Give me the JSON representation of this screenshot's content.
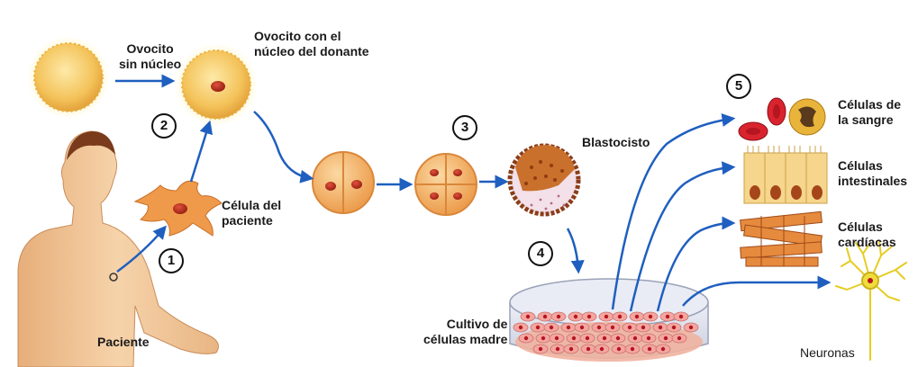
{
  "labels": {
    "oocyte_no_nucleus": [
      "Ovocito",
      "sin núcleo"
    ],
    "oocyte_donor_nucleus": [
      "Ovocito con el",
      "núcleo del donante"
    ],
    "patient_cell": [
      "Célula del",
      "paciente"
    ],
    "patient": "Paciente",
    "blastocyst": "Blastocisto",
    "stem_cell_culture": [
      "Cultivo de",
      "células madre"
    ],
    "blood_cells": [
      "Células de",
      "la sangre"
    ],
    "intestinal_cells": [
      "Células",
      "intestinales"
    ],
    "cardiac_cells": [
      "Células",
      "cardíacas"
    ],
    "neurons": "Neuronas"
  },
  "steps": [
    "1",
    "2",
    "3",
    "4",
    "5"
  ],
  "colors": {
    "arrow": "#1f5fbf",
    "oocyte": "#f2b84a",
    "nucleus": "#c0392b",
    "cell_fill": "#ef9a4a",
    "skin": "#f3c89a",
    "dish": "#dfe3ee",
    "blood": "#d9242f",
    "neuron": "#f0dc3c"
  }
}
